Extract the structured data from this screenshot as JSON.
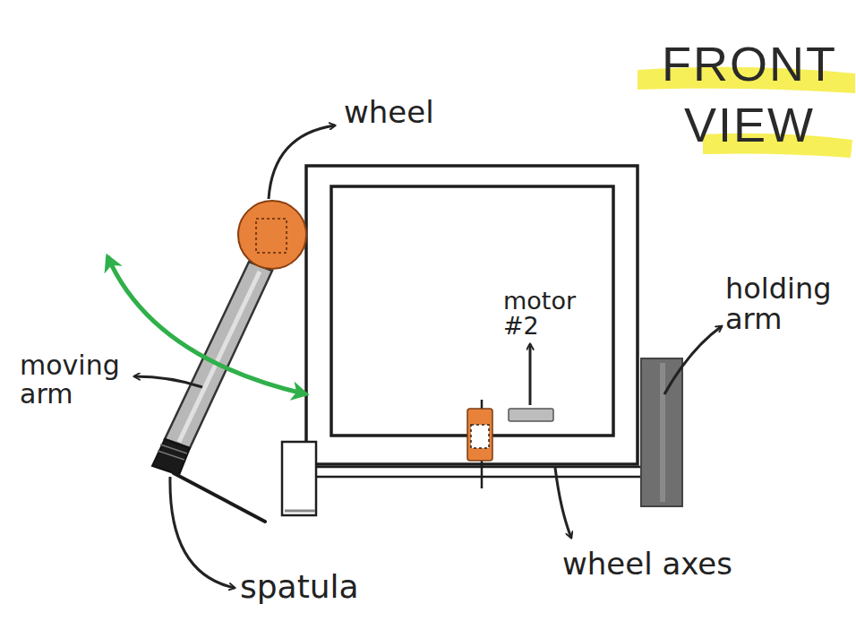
{
  "diagram": {
    "title": "FRONT VIEW",
    "labels": [
      "wheel",
      "moving arm",
      "motor #2",
      "holding arm",
      "spatula",
      "wheel axes"
    ]
  }
}
